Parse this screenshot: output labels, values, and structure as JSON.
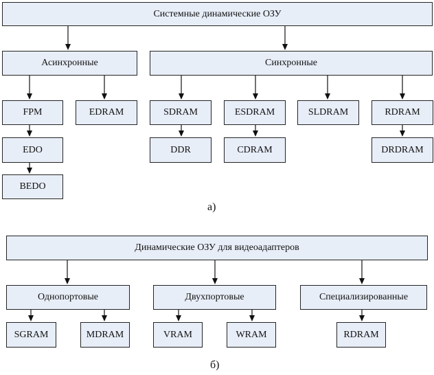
{
  "diagram_a": {
    "root": "Системные динамические ОЗУ",
    "async": "Асинхронные",
    "sync": "Синхронные",
    "fpm": "FPM",
    "edram": "EDRAM",
    "edo": "EDO",
    "bedo": "BEDO",
    "sdram": "SDRAM",
    "esdram": "ESDRAM",
    "sldram": "SLDRAM",
    "rdram": "RDRAM",
    "ddr": "DDR",
    "cdram": "CDRAM",
    "drdram": "DRDRAM",
    "caption": "а)"
  },
  "diagram_b": {
    "root": "Динамические ОЗУ для видеоадаптеров",
    "single_port": "Однопортовые",
    "dual_port": "Двухпортовые",
    "specialized": "Специализированные",
    "sgram": "SGRAM",
    "mdram": "MDRAM",
    "vram": "VRAM",
    "wram": "WRAM",
    "rdram": "RDRAM",
    "caption": "б)"
  }
}
